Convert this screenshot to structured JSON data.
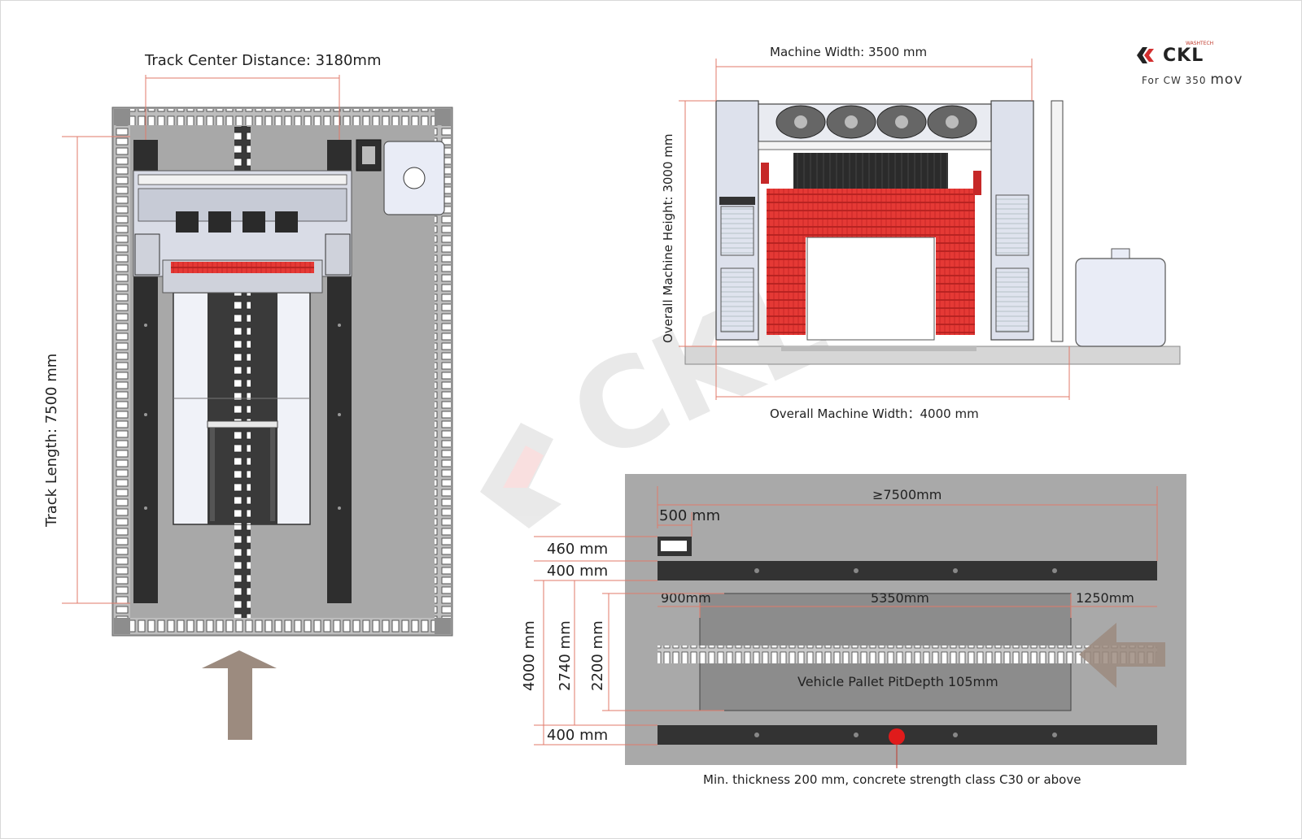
{
  "brand": {
    "logo_text": "CKL",
    "logo_small_text": "WASHTECH",
    "subtitle_prefix": "For CW 350",
    "subtitle_model": "mov",
    "watermark": "CKL",
    "accent_color": "#d32f2f"
  },
  "top_view": {
    "track_center_distance": "Track Center Distance: 3180mm",
    "track_length": "Track Length: 7500 mm",
    "arrow_icon": "arrow-up-icon"
  },
  "front_view": {
    "machine_width": "Machine Width: 3500 mm",
    "machine_height": "Overall Machine Height: 3000 mm",
    "overall_width": "Overall Machine Width：4000 mm"
  },
  "foundation_plan": {
    "total_length": "≥7500mm",
    "offset_500": "500 mm",
    "dim_460": "460 mm",
    "dim_400_top": "400 mm",
    "dim_900": "900mm",
    "dim_5350": "5350mm",
    "dim_1250": "1250mm",
    "dim_4000": "4000 mm",
    "dim_2740": "2740 mm",
    "dim_2200": "2200 mm",
    "dim_400_bottom": "400 mm",
    "pit_label": "Vehicle Pallet PitDepth 105mm",
    "concrete_note": "Min. thickness 200 mm, concrete strength class C30 or above",
    "arrow_icon": "arrow-left-icon"
  }
}
